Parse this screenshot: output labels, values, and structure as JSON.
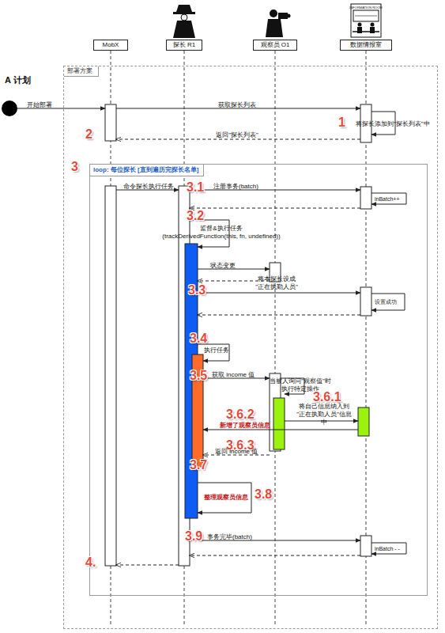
{
  "diagram": {
    "title": "A 计划",
    "nodes": [
      {
        "text": [
          "MobX"
        ]
      },
      {
        "text": [
          "探长 R1"
        ]
      },
      {
        "text": [
          "观察员 O1"
        ]
      },
      {
        "text": [
          "数据情报室"
        ]
      },
      {
        "text": [
          "部署方案"
        ]
      },
      {
        "text": [
          "loop: 每位探长 [直到遍历完探长名单]"
        ],
        "in": 4
      }
    ],
    "labels": [
      "开始部署",
      "获取探长列表",
      "1",
      "将探长添加到\"探长列表\"中",
      "返回\"探长列表\"",
      "2",
      "3",
      "命令探长执行任务",
      "3.1",
      "注册事务(batch)",
      "inBatch++",
      "3.2",
      "监督&执行任务 (trackDerivedFunction(this, fn, undefined))",
      "状态变更",
      "3.3",
      "将本探长设成 \"正在执勤人员\"",
      "设置成功",
      "3.4",
      "执行任务",
      "3.5",
      "获取 income 值",
      "当被人询问\"观察值\"时 执行特定操作",
      "3.6.1",
      "将自己信息纳入到 \"正在执勤人员\"信息中",
      "3.6.2",
      "新增了观察员信息",
      "3.6.3",
      "返回 income 值",
      "3.7",
      "整理观察员信息",
      "3.8",
      "3.9",
      "事务完毕(batch)",
      "inBatch - -",
      "4.",
      "INFORMATION ROOM"
    ]
  }
}
